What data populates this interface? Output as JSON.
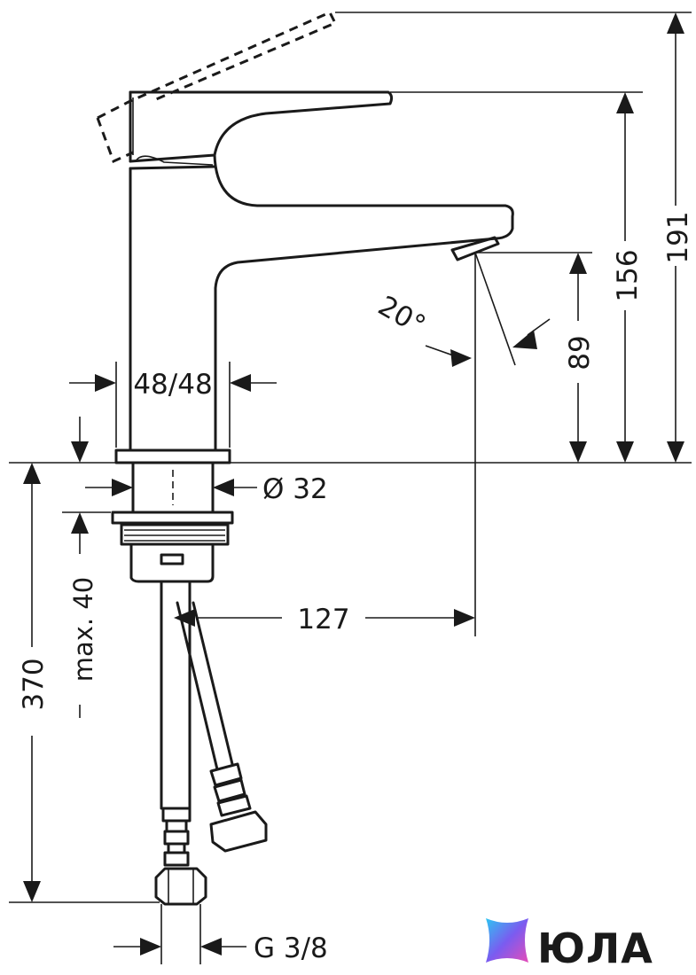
{
  "dimensions": {
    "height_total": "191",
    "height_lever": "156",
    "height_spout": "89",
    "spout_angle": "20°",
    "body_width": "48/48",
    "shank_diameter": "Ø 32",
    "max_thickness": "max. 40",
    "spout_reach": "127",
    "hose_length": "370",
    "thread": "G 3/8"
  },
  "logo": {
    "text": "ЮЛА",
    "colors": [
      "#2ec5f2",
      "#7a5cf0",
      "#e64bb8"
    ]
  }
}
